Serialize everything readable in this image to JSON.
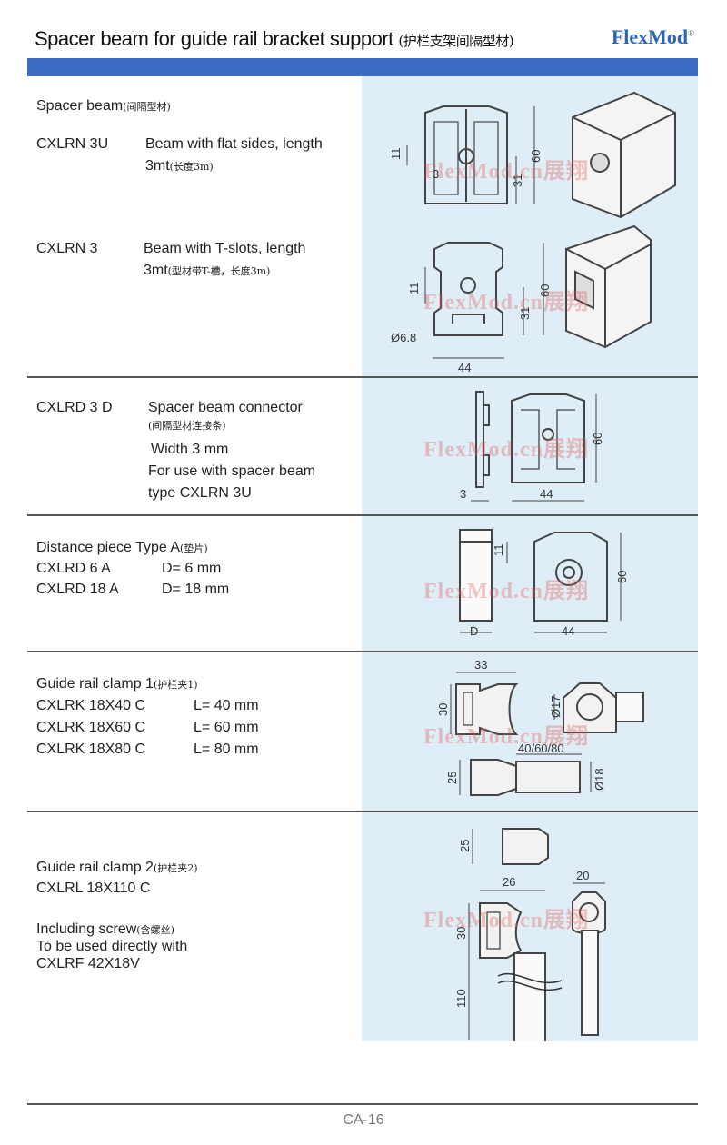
{
  "header": {
    "title": "Spacer beam for guide rail bracket support",
    "title_cn": "(护栏支架间隔型材)",
    "brand": "FlexMod",
    "brand_mark": "®"
  },
  "watermark": "FlexMod.cn展翔",
  "sections": [
    {
      "title": "Spacer beam",
      "title_cn": "(间隔型材)",
      "items": [
        {
          "code": "CXLRN 3U",
          "desc": "Beam with flat sides, length",
          "desc2": "3mt",
          "desc2_cn": "(长度3m)"
        },
        {
          "code": "CXLRN 3",
          "desc": "Beam with T-slots, length",
          "desc2": "3mt",
          "desc2_cn": "(型材带T-槽，长度3m)"
        }
      ]
    },
    {
      "code": "CXLRD 3 D",
      "desc": "Spacer beam connector",
      "desc_cn": "(间隔型材连接条)",
      "line2": "Width 3 mm",
      "line3": "For use with spacer beam",
      "line4": "type CXLRN 3U"
    },
    {
      "title": "Distance piece Type A",
      "title_cn": "(垫片)",
      "rows": [
        {
          "code": "CXLRD 6 A",
          "value": "D=   6 mm"
        },
        {
          "code": "CXLRD 18 A",
          "value": "D= 18 mm"
        }
      ]
    },
    {
      "title": "Guide rail clamp 1",
      "title_cn": "(护栏夹1)",
      "rows": [
        {
          "code": "CXLRK 18X40 C",
          "value": "L= 40 mm"
        },
        {
          "code": "CXLRK 18X60 C",
          "value": "L= 60 mm"
        },
        {
          "code": "CXLRK 18X80 C",
          "value": "L= 80 mm"
        }
      ]
    },
    {
      "title": "Guide rail clamp 2",
      "title_cn": "(护栏夹2)",
      "code": "CXLRL 18X110 C",
      "line1": "Including screw",
      "line1_cn": "(含螺丝)",
      "line2": "To be used directly with",
      "line3": "CXLRF 42X18V"
    }
  ],
  "dims": {
    "s1": {
      "d11": "11",
      "d3": "3",
      "d31": "31",
      "d60": "60"
    },
    "s1b": {
      "d11": "11",
      "d31": "31",
      "d60": "60",
      "d68": "Ø6.8",
      "d44": "44"
    },
    "s2": {
      "d60": "60",
      "d3": "3",
      "d44": "44"
    },
    "s3": {
      "d11": "11",
      "d60": "60",
      "dD": "D",
      "d44": "44"
    },
    "s4": {
      "d33": "33",
      "d30": "30",
      "d17": "Ø17",
      "dL": "40/60/80",
      "d25": "25",
      "d18": "Ø18"
    },
    "s5": {
      "d25": "25",
      "d26": "26",
      "d20": "20",
      "d30": "30",
      "d110": "110"
    }
  },
  "footer": {
    "page": "CA-16"
  }
}
